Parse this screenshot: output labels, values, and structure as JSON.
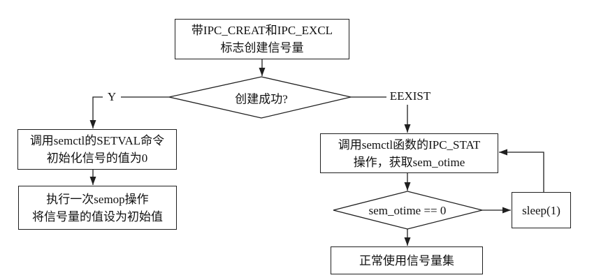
{
  "flowchart": {
    "colors": {
      "background": "#ffffff",
      "line": "#1f1f1f",
      "text": "#111111"
    },
    "nodes": {
      "create": {
        "type": "process",
        "lines": [
          "带IPC_CREAT和IPC_EXCL",
          "标志创建信号量"
        ]
      },
      "create_success": {
        "type": "decision",
        "label": "创建成功?"
      },
      "setval": {
        "type": "process",
        "lines": [
          "调用semctl的SETVAL命令",
          "初始化信号的值为0"
        ]
      },
      "semop": {
        "type": "process",
        "lines": [
          "执行一次semop操作",
          "将信号量的值设为初始值"
        ]
      },
      "ipc_stat": {
        "type": "process",
        "lines": [
          "调用semctl函数的IPC_STAT",
          "操作，获取sem_otime"
        ]
      },
      "otime_check": {
        "type": "decision",
        "label": "sem_otime == 0"
      },
      "sleep": {
        "type": "process",
        "label": "sleep(1)"
      },
      "use": {
        "type": "process",
        "label": "正常使用信号量集"
      }
    },
    "branch_labels": {
      "success": "Y",
      "failure": "EEXIST"
    },
    "edges": [
      {
        "from": "create",
        "to": "create_success"
      },
      {
        "from": "create_success",
        "to": "setval",
        "label": "Y"
      },
      {
        "from": "create_success",
        "to": "ipc_stat",
        "label": "EEXIST"
      },
      {
        "from": "setval",
        "to": "semop"
      },
      {
        "from": "ipc_stat",
        "to": "otime_check"
      },
      {
        "from": "otime_check",
        "to": "sleep"
      },
      {
        "from": "sleep",
        "to": "ipc_stat"
      },
      {
        "from": "otime_check",
        "to": "use"
      }
    ]
  }
}
